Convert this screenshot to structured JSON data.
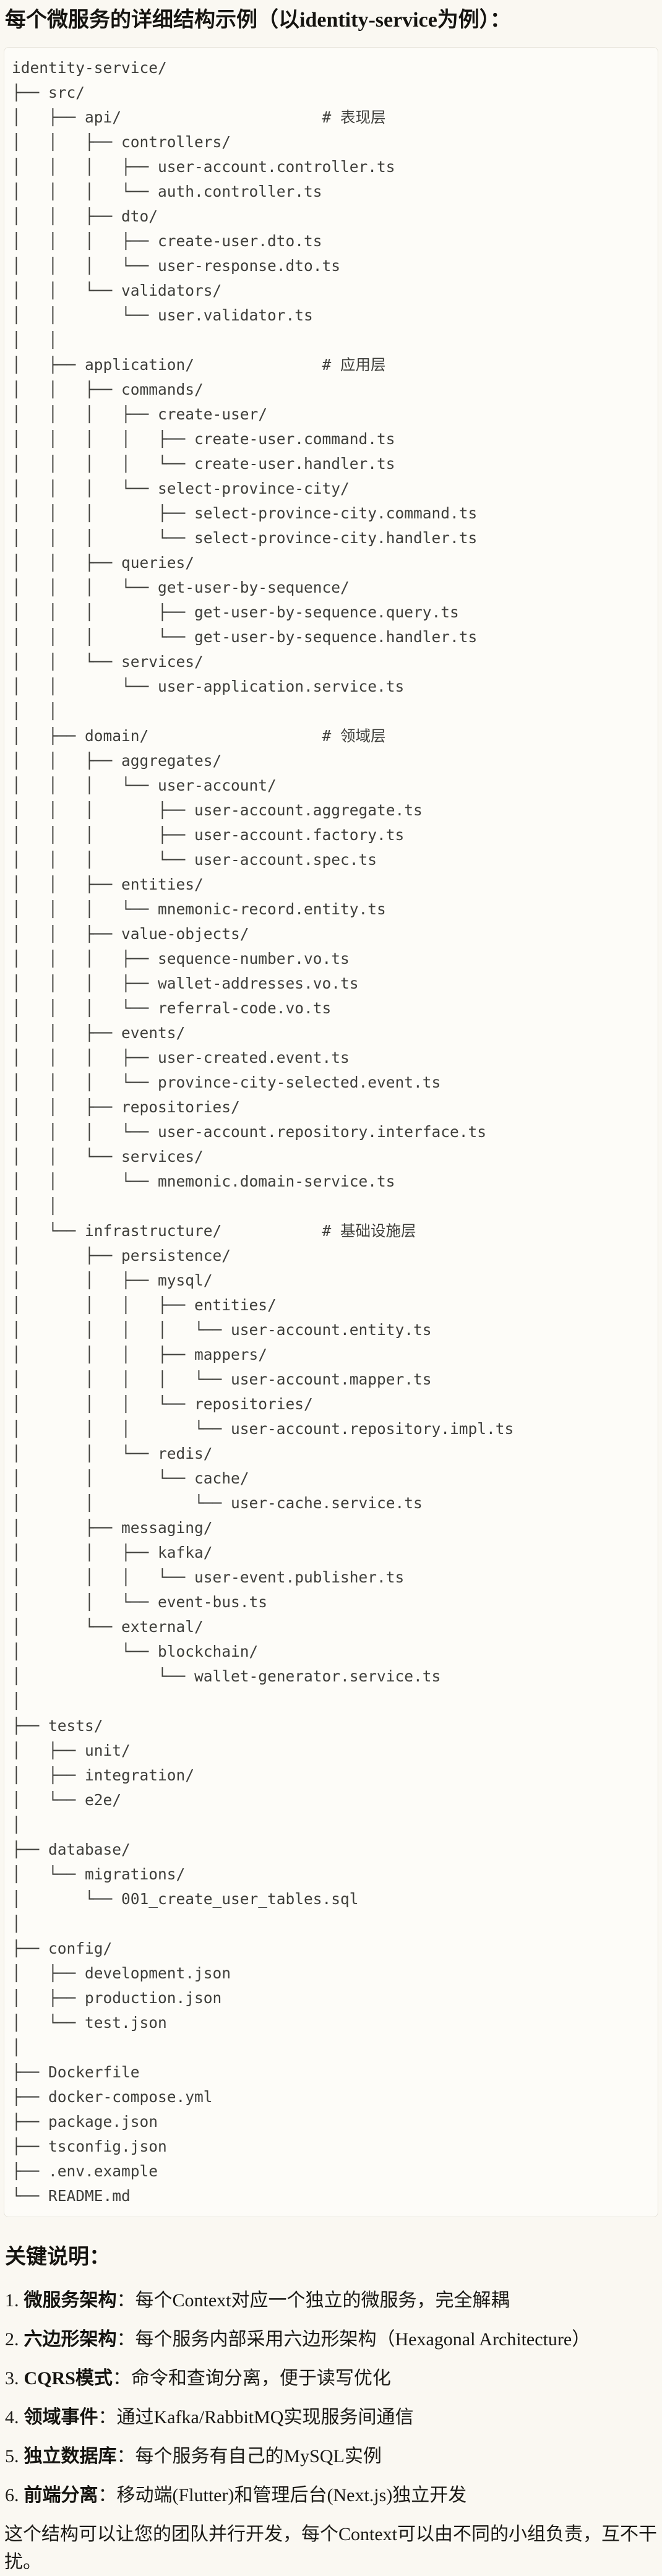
{
  "colors": {
    "page_bg": "#FAF8F2",
    "code_bg": "#FDFCF8",
    "code_border": "#E7E4DB",
    "code_text": "#3E3E3A",
    "body_text": "#1B1A16"
  },
  "header": {
    "title": "每个微服务的详细结构示例（以identity-service为例）："
  },
  "code_block": {
    "language": "text",
    "tree_lines": [
      "identity-service/",
      "├── src/",
      "│   ├── api/                      # 表现层",
      "│   │   ├── controllers/",
      "│   │   │   ├── user-account.controller.ts",
      "│   │   │   └── auth.controller.ts",
      "│   │   ├── dto/",
      "│   │   │   ├── create-user.dto.ts",
      "│   │   │   └── user-response.dto.ts",
      "│   │   └── validators/",
      "│   │       └── user.validator.ts",
      "│   │",
      "│   ├── application/              # 应用层",
      "│   │   ├── commands/",
      "│   │   │   ├── create-user/",
      "│   │   │   │   ├── create-user.command.ts",
      "│   │   │   │   └── create-user.handler.ts",
      "│   │   │   └── select-province-city/",
      "│   │   │       ├── select-province-city.command.ts",
      "│   │   │       └── select-province-city.handler.ts",
      "│   │   ├── queries/",
      "│   │   │   └── get-user-by-sequence/",
      "│   │   │       ├── get-user-by-sequence.query.ts",
      "│   │   │       └── get-user-by-sequence.handler.ts",
      "│   │   └── services/",
      "│   │       └── user-application.service.ts",
      "│   │",
      "│   ├── domain/                   # 领域层",
      "│   │   ├── aggregates/",
      "│   │   │   └── user-account/",
      "│   │   │       ├── user-account.aggregate.ts",
      "│   │   │       ├── user-account.factory.ts",
      "│   │   │       └── user-account.spec.ts",
      "│   │   ├── entities/",
      "│   │   │   └── mnemonic-record.entity.ts",
      "│   │   ├── value-objects/",
      "│   │   │   ├── sequence-number.vo.ts",
      "│   │   │   ├── wallet-addresses.vo.ts",
      "│   │   │   └── referral-code.vo.ts",
      "│   │   ├── events/",
      "│   │   │   ├── user-created.event.ts",
      "│   │   │   └── province-city-selected.event.ts",
      "│   │   ├── repositories/",
      "│   │   │   └── user-account.repository.interface.ts",
      "│   │   └── services/",
      "│   │       └── mnemonic.domain-service.ts",
      "│   │",
      "│   └── infrastructure/           # 基础设施层",
      "│       ├── persistence/",
      "│       │   ├── mysql/",
      "│       │   │   ├── entities/",
      "│       │   │   │   └── user-account.entity.ts",
      "│       │   │   ├── mappers/",
      "│       │   │   │   └── user-account.mapper.ts",
      "│       │   │   └── repositories/",
      "│       │   │       └── user-account.repository.impl.ts",
      "│       │   └── redis/",
      "│       │       └── cache/",
      "│       │           └── user-cache.service.ts",
      "│       ├── messaging/",
      "│       │   ├── kafka/",
      "│       │   │   └── user-event.publisher.ts",
      "│       │   └── event-bus.ts",
      "│       └── external/",
      "│           └── blockchain/",
      "│               └── wallet-generator.service.ts",
      "│",
      "├── tests/",
      "│   ├── unit/",
      "│   ├── integration/",
      "│   └── e2e/",
      "│",
      "├── database/",
      "│   └── migrations/",
      "│       └── 001_create_user_tables.sql",
      "│",
      "├── config/",
      "│   ├── development.json",
      "│   ├── production.json",
      "│   └── test.json",
      "│",
      "├── Dockerfile",
      "├── docker-compose.yml",
      "├── package.json",
      "├── tsconfig.json",
      "├── .env.example",
      "└── README.md"
    ]
  },
  "keynotes": {
    "heading": "关键说明：",
    "items": [
      {
        "num": "1.",
        "term": "微服务架构",
        "desc": "：每个Context对应一个独立的微服务，完全解耦"
      },
      {
        "num": "2.",
        "term": "六边形架构",
        "desc": "：每个服务内部采用六边形架构（Hexagonal Architecture）"
      },
      {
        "num": "3.",
        "term": "CQRS模式",
        "desc": "：命令和查询分离，便于读写优化"
      },
      {
        "num": "4.",
        "term": "领域事件",
        "desc": "：通过Kafka/RabbitMQ实现服务间通信"
      },
      {
        "num": "5.",
        "term": "独立数据库",
        "desc": "：每个服务有自己的MySQL实例"
      },
      {
        "num": "6.",
        "term": "前端分离",
        "desc": "：移动端(Flutter)和管理后台(Next.js)独立开发"
      }
    ]
  },
  "footer": {
    "note": "这个结构可以让您的团队并行开发，每个Context可以由不同的小组负责，互不干扰。"
  }
}
